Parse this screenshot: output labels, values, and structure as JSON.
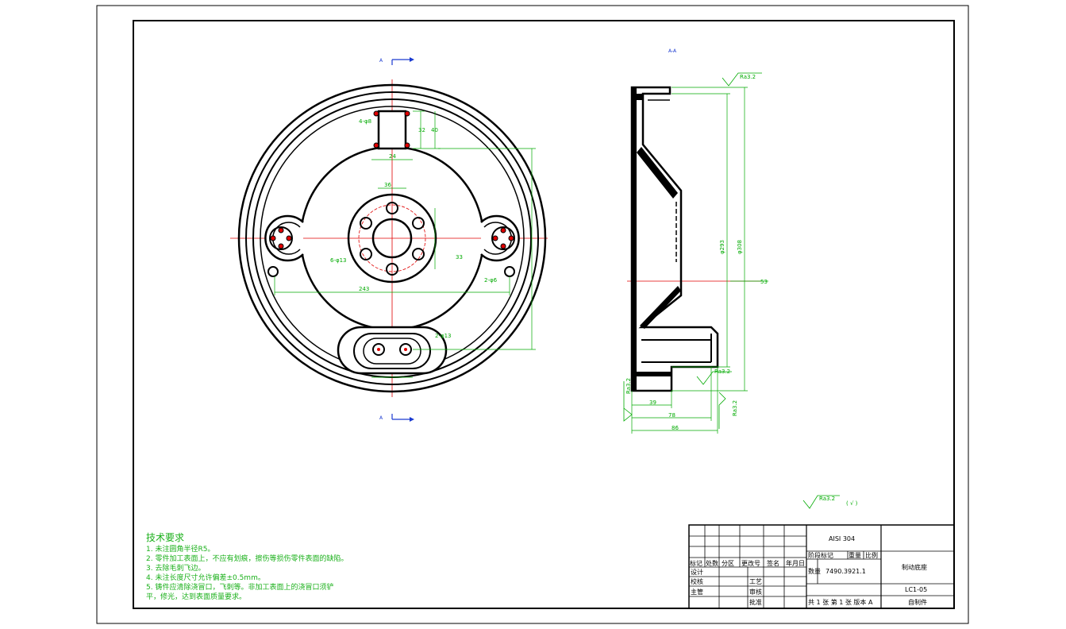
{
  "views": {
    "section_label_top": "A",
    "section_label_bottom": "A",
    "section_view_label": "A-A"
  },
  "dims_front": {
    "d_hole_top": "4-φ8",
    "d32": "32",
    "d40": "40",
    "d24": "24",
    "d36": "36",
    "d33": "33",
    "d243": "243",
    "d6x13": "6-φ13",
    "d2x6": "2-φ6",
    "d2x13": "2-φ13"
  },
  "dims_side": {
    "ra1": "Ra3.2",
    "ra2": "Ra3.2",
    "ra3": "Ra3.2",
    "ra4": "Ra3.2",
    "d293": "φ293",
    "d308": "φ308",
    "d53": "53",
    "d39": "39",
    "d78": "78",
    "d86": "86"
  },
  "roughness_general": {
    "value": "Ra3.2",
    "suffix": "( √ )"
  },
  "tech_requirements": {
    "title": "技术要求",
    "lines": [
      "1. 未注圆角半径R5。",
      "2. 零件加工表面上，不应有划痕，擦伤等损伤零件表面的缺陷。",
      "3. 去除毛刺飞边。",
      "4. 未注长度尺寸允许偏差±0.5mm。",
      "5. 铸件应清除浇冒口，飞刺等。非加工表面上的浇冒口须铲",
      "   平，修光，达到表面质量要求。"
    ]
  },
  "title_block": {
    "material": "AISI 304",
    "header_row": [
      "标记",
      "处数",
      "分区",
      "更改号",
      "签名",
      "年月日"
    ],
    "roles": [
      "设计",
      "校核",
      "主管"
    ],
    "roles2": [
      "工艺",
      "审核",
      "批准"
    ],
    "stage_headers": [
      "阶段标记",
      "重量",
      "比例"
    ],
    "qty_label": "数量",
    "weight": "7490.3921.1",
    "part_name": "制动底座",
    "drawing_no": "LC1-05",
    "sheet_info": "共 1 张 第 1 张 版本 A",
    "maker": "自制件"
  }
}
